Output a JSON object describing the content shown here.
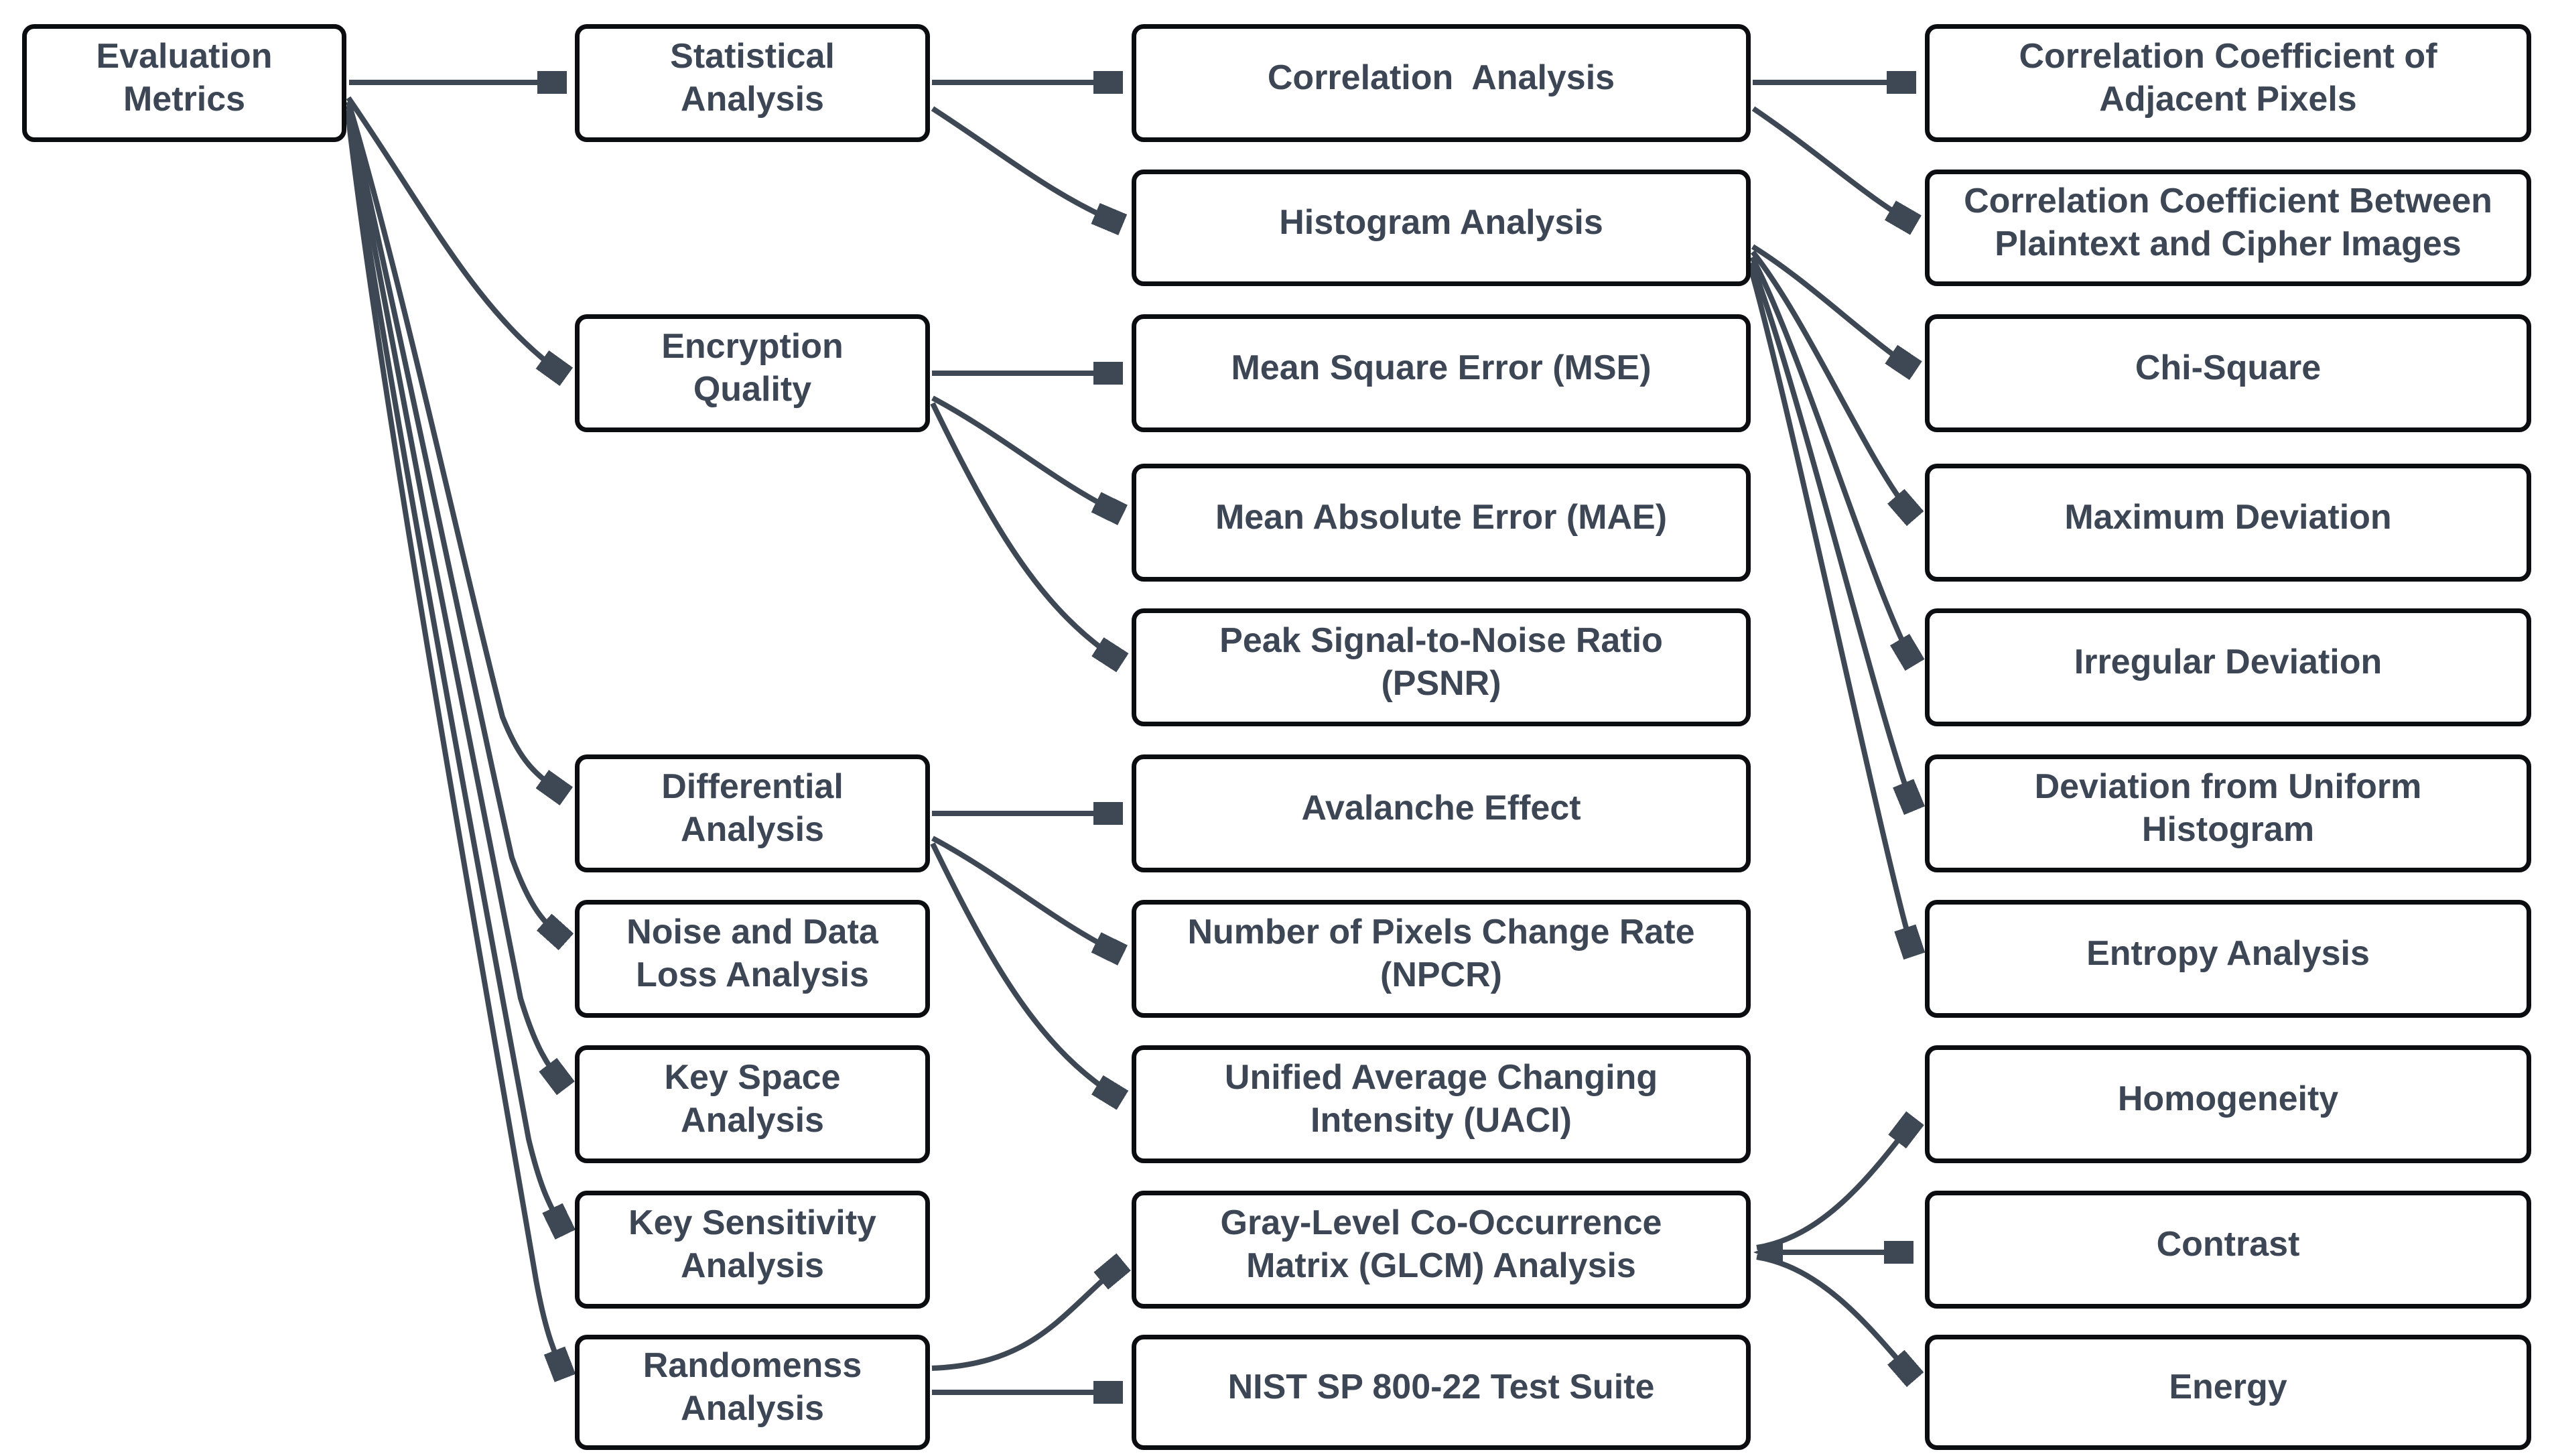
{
  "diagram": {
    "title": "Evaluation Metrics",
    "colors": {
      "background": "#ffffff",
      "box_fill": "#ffffff",
      "box_border": "#0b0d11",
      "text": "#3d4654",
      "arrow": "#3e4754"
    }
  },
  "nodes": {
    "evaluation_metrics": {
      "label": "Evaluation\nMetrics"
    },
    "statistical_analysis": {
      "label": "Statistical\nAnalysis"
    },
    "encryption_quality": {
      "label": "Encryption\nQuality"
    },
    "differential_analysis": {
      "label": "Differential\nAnalysis"
    },
    "noise_data_loss": {
      "label": "Noise and Data\nLoss Analysis"
    },
    "key_space": {
      "label": "Key Space\nAnalysis"
    },
    "key_sensitivity": {
      "label": "Key Sensitivity\nAnalysis"
    },
    "randomness": {
      "label": "Randomenss\nAnalysis"
    },
    "correlation_analysis": {
      "label": "Correlation  Analysis"
    },
    "histogram_analysis": {
      "label": "Histogram Analysis"
    },
    "mse": {
      "label": "Mean Square Error (MSE)"
    },
    "mae": {
      "label": "Mean Absolute Error (MAE)"
    },
    "psnr": {
      "label": "Peak Signal-to-Noise Ratio\n(PSNR)"
    },
    "avalanche": {
      "label": "Avalanche Effect"
    },
    "npcr": {
      "label": "Number of Pixels Change Rate\n(NPCR)"
    },
    "uaci": {
      "label": "Unified Average Changing\nIntensity (UACI)"
    },
    "glcm": {
      "label": "Gray-Level Co-Occurrence\nMatrix (GLCM) Analysis"
    },
    "nist": {
      "label": "NIST SP 800-22 Test Suite"
    },
    "cc_adjacent": {
      "label": "Correlation Coefficient of\nAdjacent Pixels"
    },
    "cc_plain_cipher": {
      "label": "Correlation Coefficient Between\nPlaintext and Cipher Images"
    },
    "chi_square": {
      "label": "Chi-Square"
    },
    "max_deviation": {
      "label": "Maximum Deviation"
    },
    "irregular_deviation": {
      "label": "Irregular Deviation"
    },
    "uniform_histogram_deviation": {
      "label": "Deviation from Uniform\nHistogram"
    },
    "entropy": {
      "label": "Entropy Analysis"
    },
    "homogeneity": {
      "label": "Homogeneity"
    },
    "contrast": {
      "label": "Contrast"
    },
    "energy": {
      "label": "Energy"
    }
  },
  "edges": [
    {
      "from": "evaluation_metrics",
      "to": "statistical_analysis"
    },
    {
      "from": "evaluation_metrics",
      "to": "encryption_quality"
    },
    {
      "from": "evaluation_metrics",
      "to": "differential_analysis"
    },
    {
      "from": "evaluation_metrics",
      "to": "noise_data_loss"
    },
    {
      "from": "evaluation_metrics",
      "to": "key_space"
    },
    {
      "from": "evaluation_metrics",
      "to": "key_sensitivity"
    },
    {
      "from": "evaluation_metrics",
      "to": "randomness"
    },
    {
      "from": "statistical_analysis",
      "to": "correlation_analysis"
    },
    {
      "from": "statistical_analysis",
      "to": "histogram_analysis"
    },
    {
      "from": "encryption_quality",
      "to": "mse"
    },
    {
      "from": "encryption_quality",
      "to": "mae"
    },
    {
      "from": "encryption_quality",
      "to": "psnr"
    },
    {
      "from": "differential_analysis",
      "to": "avalanche"
    },
    {
      "from": "differential_analysis",
      "to": "npcr"
    },
    {
      "from": "differential_analysis",
      "to": "uaci"
    },
    {
      "from": "correlation_analysis",
      "to": "cc_adjacent"
    },
    {
      "from": "correlation_analysis",
      "to": "cc_plain_cipher"
    },
    {
      "from": "histogram_analysis",
      "to": "chi_square"
    },
    {
      "from": "histogram_analysis",
      "to": "max_deviation"
    },
    {
      "from": "histogram_analysis",
      "to": "irregular_deviation"
    },
    {
      "from": "histogram_analysis",
      "to": "uniform_histogram_deviation"
    },
    {
      "from": "histogram_analysis",
      "to": "entropy"
    },
    {
      "from": "randomness",
      "to": "glcm"
    },
    {
      "from": "randomness",
      "to": "nist"
    },
    {
      "from": "glcm",
      "to": "homogeneity"
    },
    {
      "from": "glcm",
      "to": "contrast"
    },
    {
      "from": "glcm",
      "to": "energy"
    }
  ]
}
